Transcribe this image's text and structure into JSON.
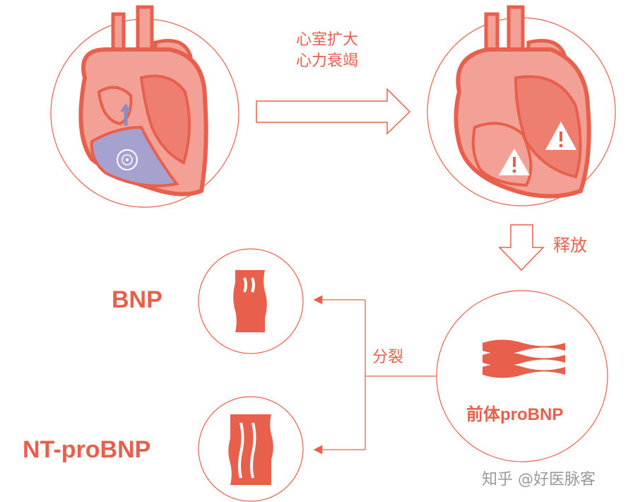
{
  "labels": {
    "enlarge_line1": "心室扩大",
    "enlarge_line2": "心力衰竭",
    "release": "释放",
    "split": "分裂",
    "bnp": "BNP",
    "nt_probnp": "NT-proBNP",
    "pro_bnp": "前体proBNP"
  },
  "watermark": "知乎 @好医脉客",
  "colors": {
    "accent": "#E8604C",
    "heart_dark": "#E8604C",
    "heart_light": "#F3A196",
    "heart_mid": "#EE7E6F",
    "ventricle": "#A6A2D0",
    "warning": "#FFFFFF"
  }
}
